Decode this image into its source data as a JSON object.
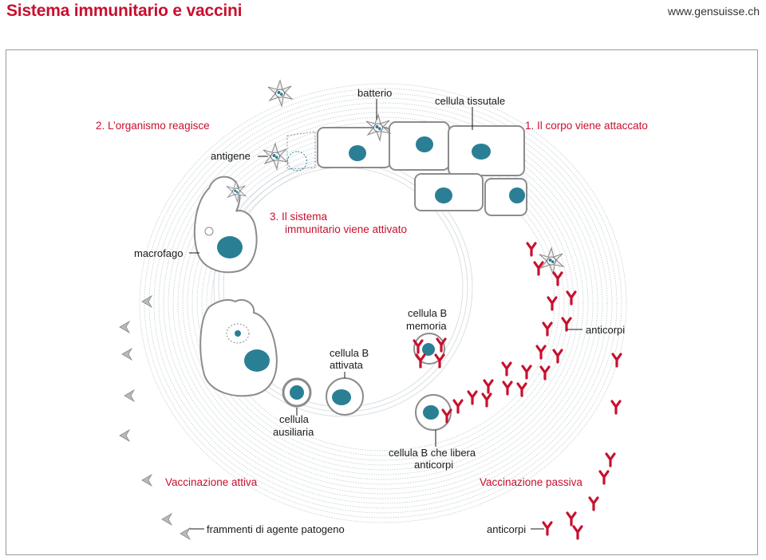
{
  "header": {
    "title": "Sistema immunitario e vaccini",
    "url": "www.gensuisse.ch"
  },
  "colors": {
    "red": "#c8102e",
    "teal": "#2a7f95",
    "cell_outline": "#8c8c8c",
    "ring": "#c9d3d9"
  },
  "labels": {
    "batterio": "batterio",
    "cellula_tissutale": "cellula tissutale",
    "step2": "2. L’organismo reagisce",
    "step1": "1. Il corpo viene attaccato",
    "antigene": "antigene",
    "step3_line1": "3. Il sistema",
    "step3_line2": "immunitario viene attivato",
    "macrofago": "macrofago",
    "cellula_b_memoria_1": "cellula B",
    "cellula_b_memoria_2": "memoria",
    "anticorpi_right": "anticorpi",
    "cellula_b_attivata_1": "cellula B",
    "cellula_b_attivata_2": "attivata",
    "cellula_ausiliaria_1": "cellula",
    "cellula_ausiliaria_2": "ausiliaria",
    "cellula_b_libera_1": "cellula B che libera",
    "cellula_b_libera_2": "anticorpi",
    "vaccinazione_attiva": "Vaccinazione attiva",
    "vaccinazione_passiva": "Vaccinazione passiva",
    "frammenti": "frammenti di agente patogeno",
    "anticorpi_bottom": "anticorpi"
  }
}
